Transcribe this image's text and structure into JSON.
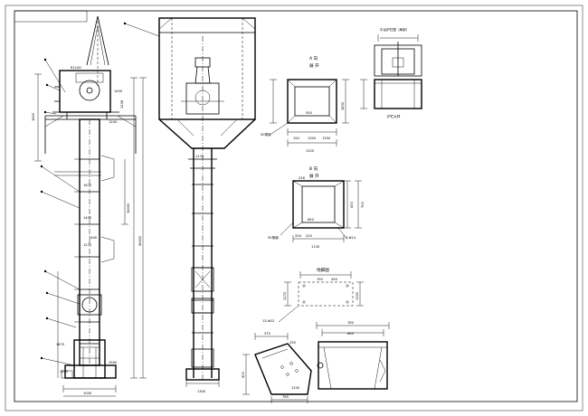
{
  "sheet": {
    "head_dims": [
      "R1100",
      "1800",
      "1450",
      "1208",
      "1200"
    ],
    "body_dims": [
      "1670",
      "1490",
      "1270",
      "1400",
      "34000"
    ],
    "total_height": "56000",
    "boot_dims": [
      "1670",
      "1200",
      "1000",
      "1900"
    ],
    "tower_dims": [
      "1170",
      "1300"
    ],
    "section_a": {
      "title": "A 向",
      "subtitle": "展 开",
      "dims": [
        "550",
        "1830",
        "1320",
        "150",
        "1300",
        "1350"
      ],
      "note": "50角钢"
    },
    "section_b": {
      "title": "B 向",
      "subtitle": "展 开",
      "dims": [
        "228",
        "650",
        "1130",
        "200",
        "220",
        "430",
        "700"
      ],
      "note": "8-Φ14",
      "angle_note": "50角钢"
    },
    "top_detail": {
      "title": "平台护栏图（局部）",
      "note": "护栏大样"
    },
    "foundation": {
      "title": "地脚图",
      "dims": [
        "790",
        "1170",
        "390",
        "1300",
        "13-Φ22"
      ]
    },
    "chute": {
      "dims": [
        "370",
        "330",
        "500",
        "780",
        "1200"
      ]
    },
    "hopper": {
      "dims": [
        "760",
        "660"
      ]
    }
  }
}
